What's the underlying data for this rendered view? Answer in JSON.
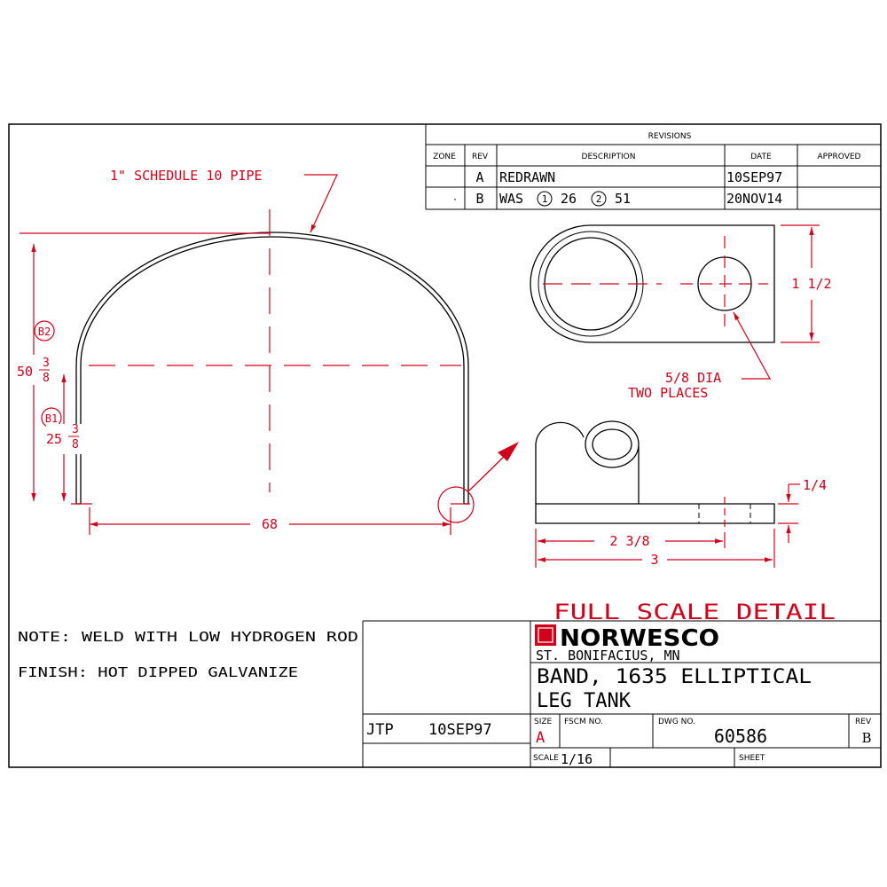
{
  "revisions": {
    "title": "REVISIONS",
    "headers": {
      "zone": "ZONE",
      "rev": "REV",
      "description": "DESCRIPTION",
      "date": "DATE",
      "approved": "APPROVED"
    },
    "rows": [
      {
        "zone": "",
        "rev": "A",
        "description": "REDRAWN",
        "date": "10SEP97",
        "approved": ""
      },
      {
        "zone": "·",
        "rev": "B",
        "description_prefix": "WAS",
        "marker1": "1",
        "value1": "26",
        "marker2": "2",
        "value2": "51",
        "date": "20NOV14",
        "approved": ""
      }
    ]
  },
  "callouts": {
    "pipe": "1\" SCHEDULE 10 PIPE",
    "hole_line1": "5/8 DIA",
    "hole_line2": "TWO PLACES",
    "full_scale": "FULL SCALE DETAIL"
  },
  "dimensions": {
    "height_whole": "50",
    "height_num": "3",
    "height_den": "8",
    "height_tag": "B2",
    "mid_whole": "25",
    "mid_num": "3",
    "mid_den": "8",
    "mid_tag": "B1",
    "width": "68",
    "tab_height": "1 1/2",
    "thickness": "1/4",
    "hole_offset": "2 3/8",
    "tab_length": "3"
  },
  "notes": {
    "note": "NOTE: WELD WITH LOW HYDROGEN ROD",
    "finish": "FINISH: HOT DIPPED GALVANIZE"
  },
  "title_block": {
    "company": "NORWESCO",
    "location": "ST. BONIFACIUS, MN",
    "title_line1": "BAND, 1635 ELLIPTICAL",
    "title_line2": "LEG TANK",
    "drawn_by": "JTP",
    "drawn_date": "10SEP97",
    "size_label": "SIZE",
    "size": "A",
    "fscm_label": "FSCM NO.",
    "dwg_label": "DWG NO.",
    "dwg_no": "60586",
    "rev_label": "REV",
    "rev": "B",
    "scale_label": "SCALE",
    "scale": "1/16",
    "sheet_label": "SHEET"
  },
  "colors": {
    "annotation": "#d0021b",
    "linework": "#000000"
  }
}
